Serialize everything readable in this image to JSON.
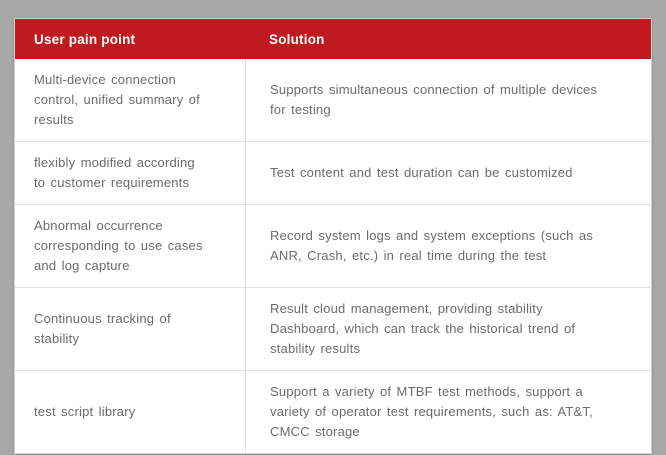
{
  "table": {
    "header": {
      "col1": "User pain point",
      "col2": "Solution"
    },
    "rows": [
      {
        "pain": "Multi-device connection control, unified summary of results",
        "solution": "Supports simultaneous connection of multiple devices for testing"
      },
      {
        "pain": "flexibly modified according to customer requirements",
        "solution": "Test content and test duration can be customized"
      },
      {
        "pain": "Abnormal occurrence corresponding to use cases and log capture",
        "solution": "Record system logs and system exceptions (such as ANR, Crash, etc.) in real time during the test"
      },
      {
        "pain": "Continuous tracking of stability",
        "solution": "Result cloud management, providing stability Dashboard, which can track the historical trend of stability results"
      },
      {
        "pain": "test script library",
        "solution": "Support a variety of MTBF test methods, support a variety of operator test requirements, such as: AT&T, CMCC storage"
      }
    ],
    "colors": {
      "page_bg": "#a8a8a8",
      "card_bg": "#ffffff",
      "header_bg": "#c01920",
      "header_text": "#ffffff",
      "body_text": "#6b6b6b",
      "border": "#e2e2e2"
    }
  }
}
